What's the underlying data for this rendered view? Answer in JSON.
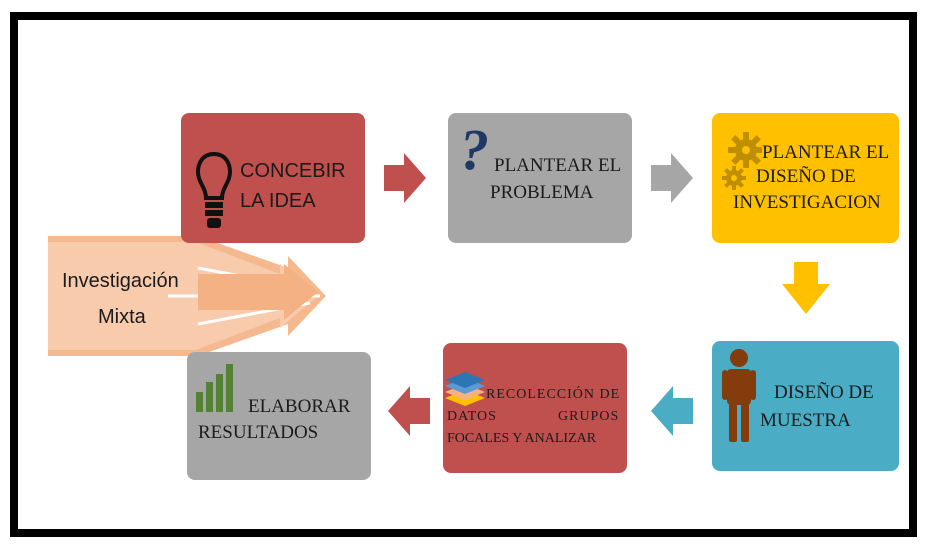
{
  "title_arrow": {
    "line1": "Investigación",
    "line2": "Mixta"
  },
  "steps": [
    {
      "line1": "CONCEBIR",
      "line2": "LA IDEA",
      "color": "#c0504d"
    },
    {
      "line1": "PLANTEAR EL",
      "line2": "PROBLEMA",
      "color": "#a6a6a6"
    },
    {
      "line1": "PLANTEAR EL",
      "line2": "DISEÑO DE",
      "line3": "INVESTIGACION",
      "color": "#ffc000"
    },
    {
      "line1": "DISEÑO DE",
      "line2": "MUESTRA",
      "color": "#4bacc6"
    },
    {
      "line1": "RECOLECCIÓN DE",
      "line2a": "DATOS",
      "line2b": "GRUPOS",
      "line3": "FOCALES Y ANALIZAR",
      "color": "#c0504d"
    },
    {
      "line1": "ELABORAR",
      "line2": "RESULTADOS",
      "color": "#a6a6a6"
    }
  ],
  "icons": [
    "lightbulb-icon",
    "question-mark-icon",
    "gears-icon",
    "person-icon",
    "layers-icon",
    "bar-chart-icon"
  ]
}
